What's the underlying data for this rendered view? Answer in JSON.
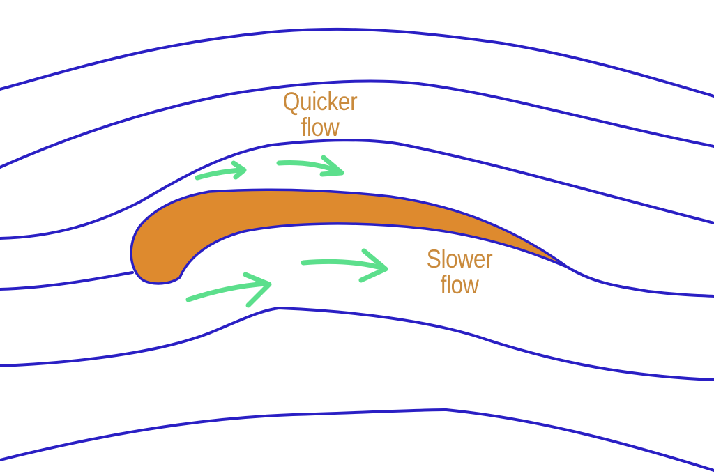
{
  "colors": {
    "streamline": "#2a1fc4",
    "airfoil_fill": "#de8a2e",
    "airfoil_outline": "#2a1fc4",
    "arrow": "#5cdf8c",
    "label": "#c98a3c",
    "background": "#ffffff"
  },
  "labels": {
    "upper": {
      "line1": "Quicker",
      "line2": "flow"
    },
    "lower": {
      "line1": "Slower",
      "line2": "flow"
    }
  }
}
